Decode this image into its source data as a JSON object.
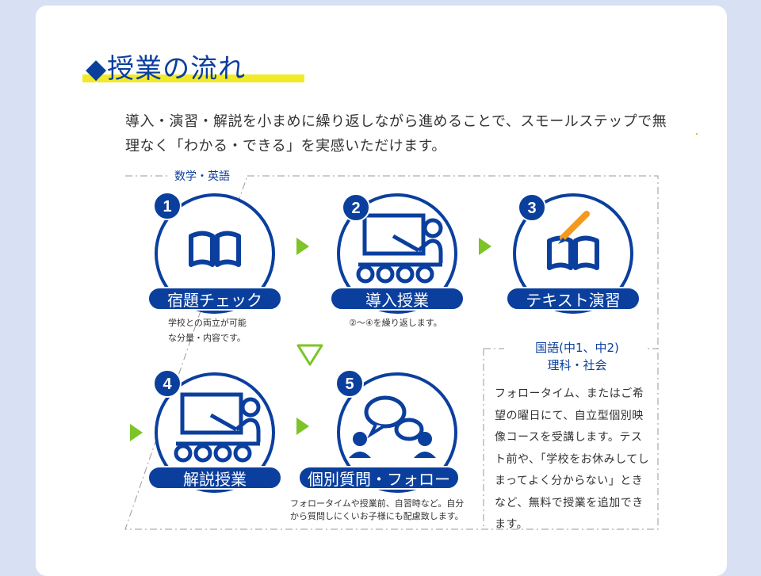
{
  "heading": {
    "title": "◆授業の流れ"
  },
  "intro": {
    "text": "導入・演習・解説を小まめに繰り返しながら進めることで、スモールステップで無理なく「わかる・できる」を実感いただけます。"
  },
  "group_main": {
    "label": "数学・英語"
  },
  "steps": [
    {
      "number": "1",
      "title": "宿題チェック",
      "note": "学校との両立が可能\nな分量・内容です。"
    },
    {
      "number": "2",
      "title": "導入授業",
      "note": "②〜④を繰り返します。"
    },
    {
      "number": "3",
      "title": "テキスト演習",
      "note": ""
    },
    {
      "number": "4",
      "title": "解説授業",
      "note": ""
    },
    {
      "number": "5",
      "title": "個別質問・フォロー",
      "note": "フォロータイムや授業前、自習時など。自分\nから質問しにくいお子様にも配慮致します。"
    }
  ],
  "side": {
    "title_line1": "国語(中1、中2)",
    "title_line2": "理科・社会",
    "body": "フォロータイム、またはご希望の曜日にて、自立型個別映像コースを受講します。テスト前や、「学校をお休みしてしまってよく分からない」ときなど、無料で授業を追加できます。"
  },
  "colors": {
    "navy": "#0b3f9e",
    "green": "#7cc427",
    "yellow": "#f2ea28",
    "orange": "#f39a1e",
    "bg": "#d7e1f3"
  },
  "icons": [
    "book-icon",
    "teacher-board-icon",
    "pencil-book-icon",
    "chat-people-icon"
  ]
}
